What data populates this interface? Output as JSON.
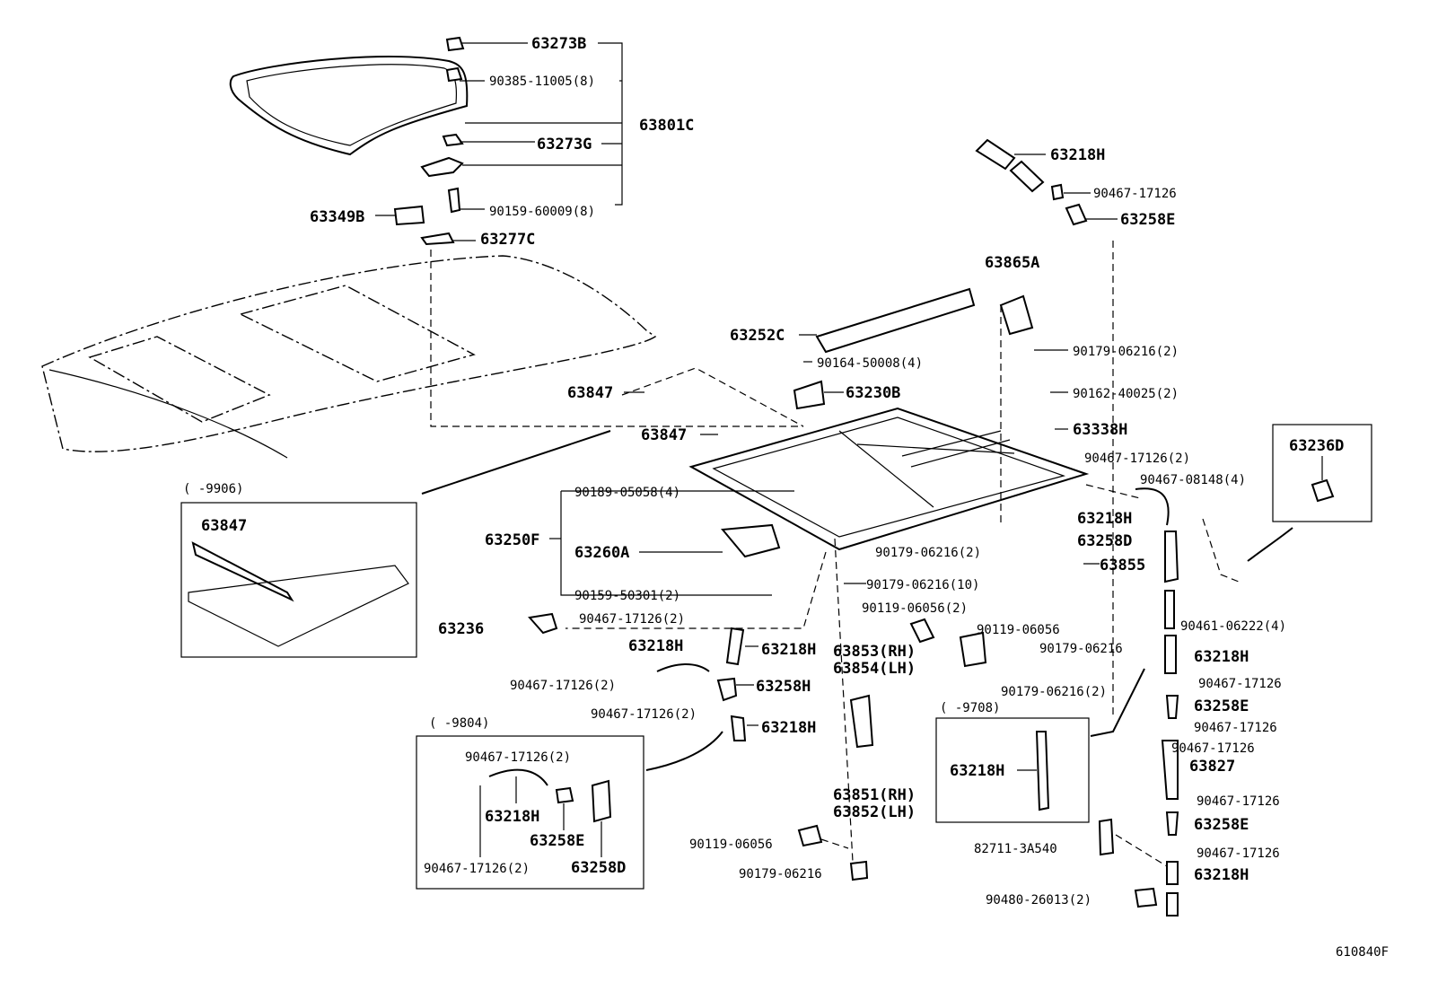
{
  "diagram_code": "610840F",
  "labels": {
    "l63273B": "63273B",
    "l90385": "90385-11005(8)",
    "l63801C": "63801C",
    "l63273G": "63273G",
    "l90159a": "90159-60009(8)",
    "l63349B": "63349B",
    "l63277C": "63277C",
    "l63218H_top": "63218H",
    "l90467_top": "90467-17126",
    "l63258E_top": "63258E",
    "l63865A": "63865A",
    "l63252C": "63252C",
    "l90179a": "90179-06216(2)",
    "l90164": "90164-50008(4)",
    "l63230B": "63230B",
    "l90162": "90162-40025(2)",
    "l63847a": "63847",
    "l63847b": "63847",
    "l63338H": "63338H",
    "l63236D": "63236D",
    "l90467_r2": "90467-17126(2)",
    "l90467_08148": "90467-08148(4)",
    "l63218H_r": "63218H",
    "l63258D_r": "63258D",
    "l63855": "63855",
    "l90189": "90189-05058(4)",
    "l63250F": "63250F",
    "l63260A": "63260A",
    "l90159b": "90159-50301(2)",
    "l90179b": "90179-06216(2)",
    "l90179c": "90179-06216(10)",
    "l90119a": "90119-06056(2)",
    "l90119b": "90119-06056",
    "l90179d": "90179-06216",
    "l90461": "90461-06222(4)",
    "l63236": "63236",
    "l90467_l2": "90467-17126(2)",
    "l63218H_l1": "63218H",
    "l63218H_l2": "63218H",
    "l63853": "63853(RH)",
    "l63854": "63854(LH)",
    "l63218H_r2": "63218H",
    "l90467_l3": "90467-17126(2)",
    "l63258H": "63258H",
    "l90179e": "90179-06216(2)",
    "l90467_r3": "90467-17126",
    "l63258E_r": "63258E",
    "l90467_l4": "90467-17126(2)",
    "l63218H_l3": "63218H",
    "l90467_r4": "90467-17126",
    "l90467_r5": "90467-17126",
    "l63827": "63827",
    "l63851": "63851(RH)",
    "l63852": "63852(LH)",
    "l90467_r6": "90467-17126",
    "l63258E_r2": "63258E",
    "l90119c": "90119-06056",
    "l82711": "82711-3A540",
    "l90467_r7": "90467-17126",
    "l63218H_r3": "63218H",
    "l90179f": "90179-06216",
    "l90480": "90480-26013(2)"
  },
  "insets": {
    "inset_9906": {
      "period": "(      -9906)",
      "part": "63847"
    },
    "inset_9804": {
      "period": "(      -9804)",
      "p1": "90467-17126(2)",
      "p2": "63218H",
      "p3": "63258E",
      "p4": "90467-17126(2)",
      "p5": "63258D"
    },
    "inset_9708": {
      "period": "(      -9708)",
      "part": "63218H"
    },
    "inset_63236D": {
      "part": "63236D"
    }
  }
}
